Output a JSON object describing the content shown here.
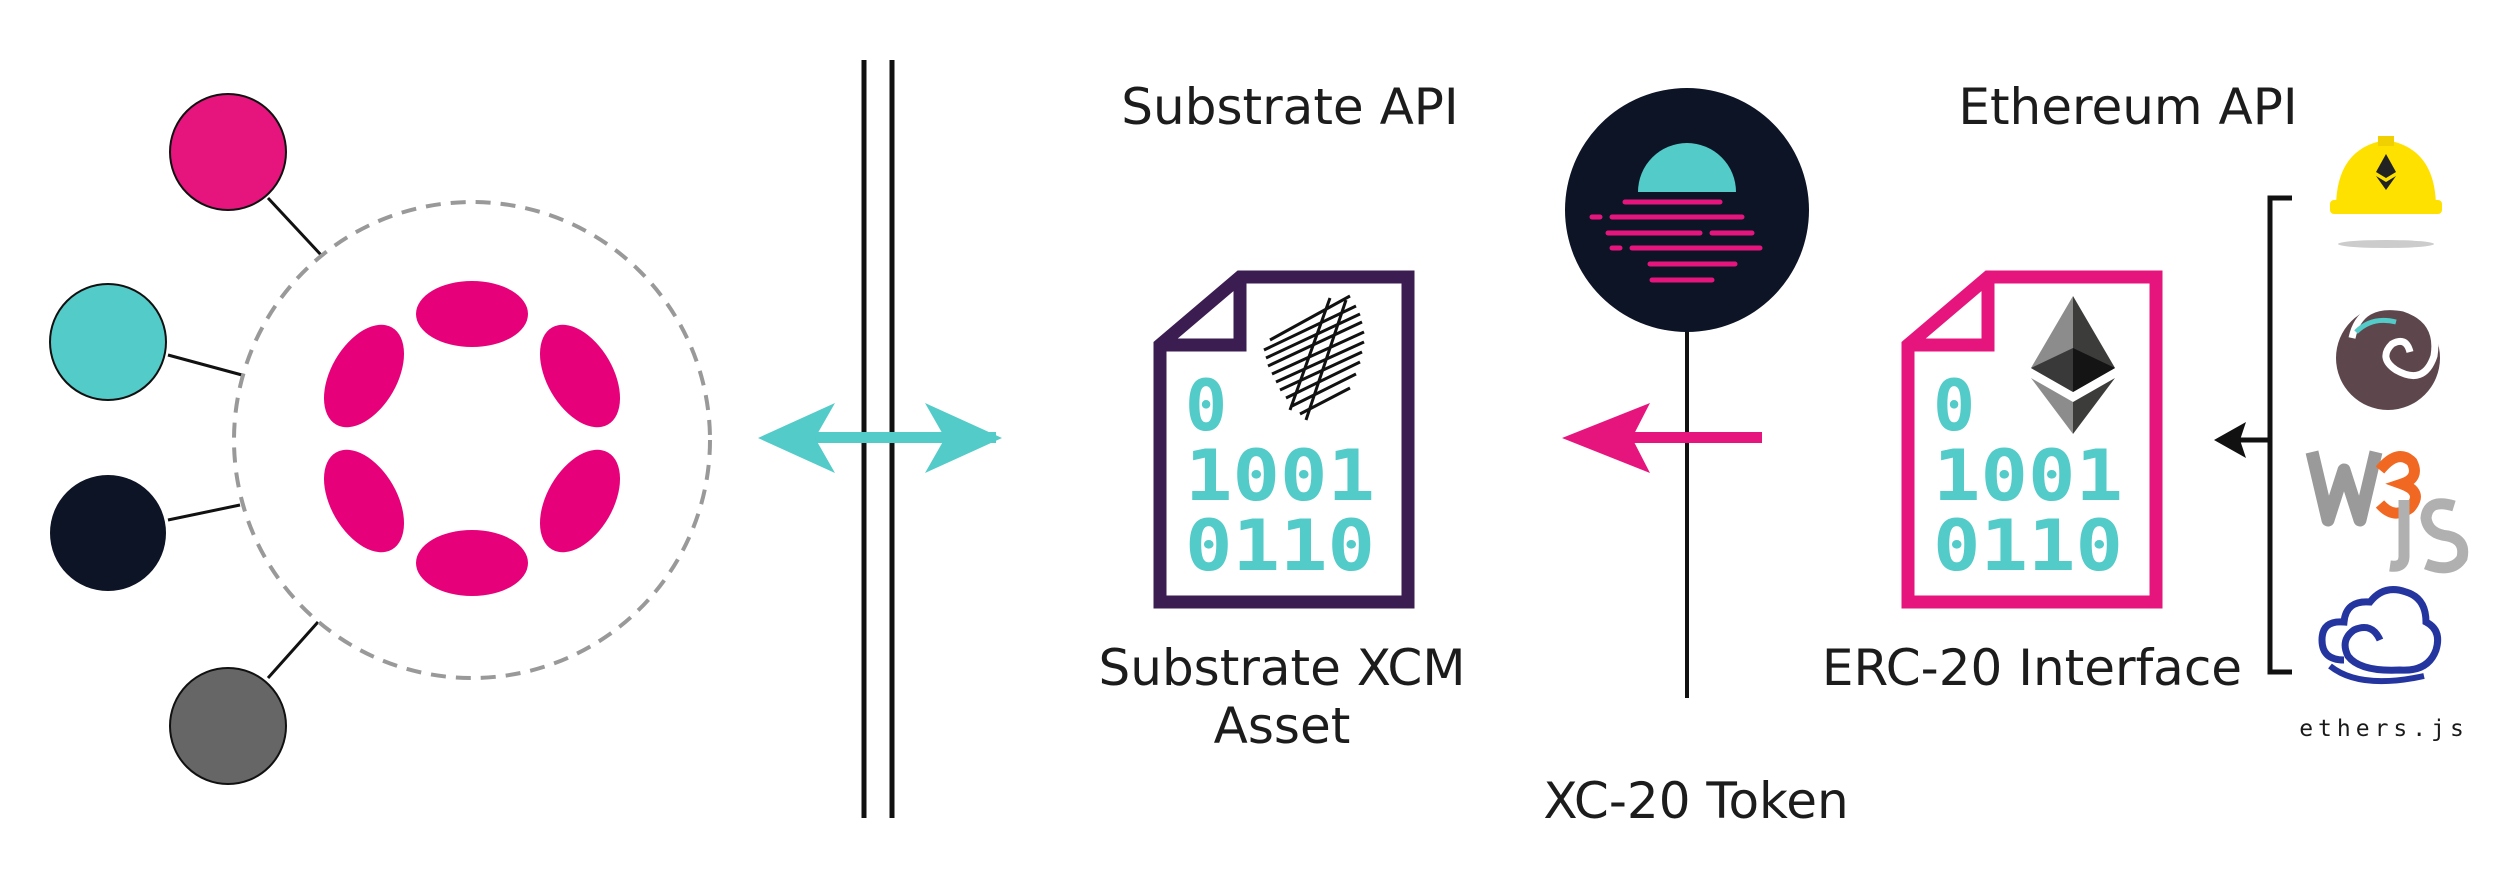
{
  "labels": {
    "substrate_api": "Substrate API",
    "ethereum_api": "Ethereum API",
    "substrate_asset_line1": "Substrate XCM",
    "substrate_asset_line2": "Asset",
    "erc20_interface": "ERC-20 Interface",
    "xc20_token": "XC-20 Token"
  },
  "binary_rows": [
    "0",
    "1001",
    "0110"
  ],
  "libraries": [
    "hardhat-icon",
    "truffle-icon",
    "web3js-icon",
    "ethers-js-icon"
  ],
  "ethers_label": "ethers.js",
  "colors": {
    "polkadot_pink": "#E6007A",
    "parachain_pink": "#E6157E",
    "teal": "#53CBC8",
    "navy": "#0D1426",
    "gray": "#666666",
    "purple": "#3B1D52",
    "hardhat_yellow": "#FFE100",
    "ethers_blue": "#2535A0"
  }
}
